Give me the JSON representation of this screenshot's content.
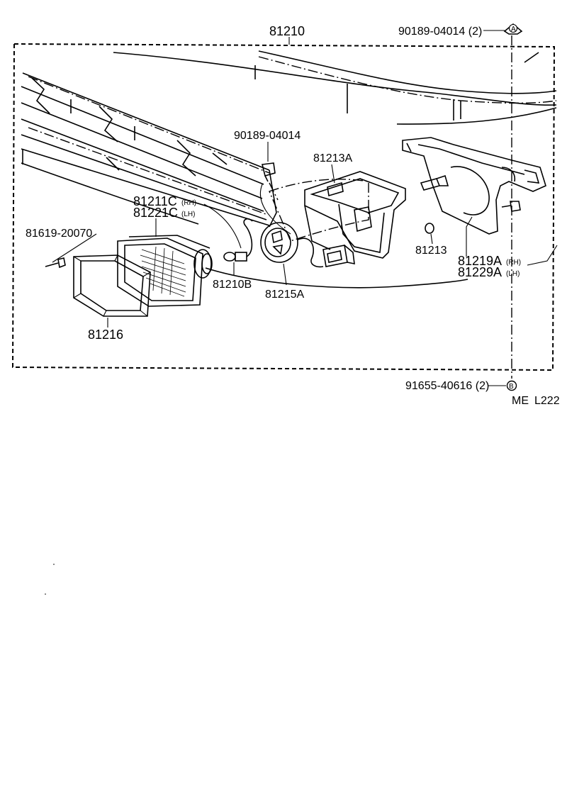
{
  "labels": {
    "assembly": "81210",
    "clip_top": "90189-04014 (2)",
    "clip_mid": "90189-04014",
    "screw": "81619-20070",
    "lamp_unit_rh": "81211C",
    "lamp_unit_lh": "81221C",
    "rh": "(RH)",
    "lh": "(LH)",
    "bulb": "81210B",
    "socket": "81215A",
    "housing": "81213A",
    "grommet": "81213",
    "bracket_rh": "81219A",
    "bracket_lh": "81229A",
    "rim": "81216",
    "bolt_bottom": "91655-40616 (2)",
    "marker_a": "A",
    "marker_b": "B",
    "code_me": "ME",
    "code_sheet": "L222"
  }
}
